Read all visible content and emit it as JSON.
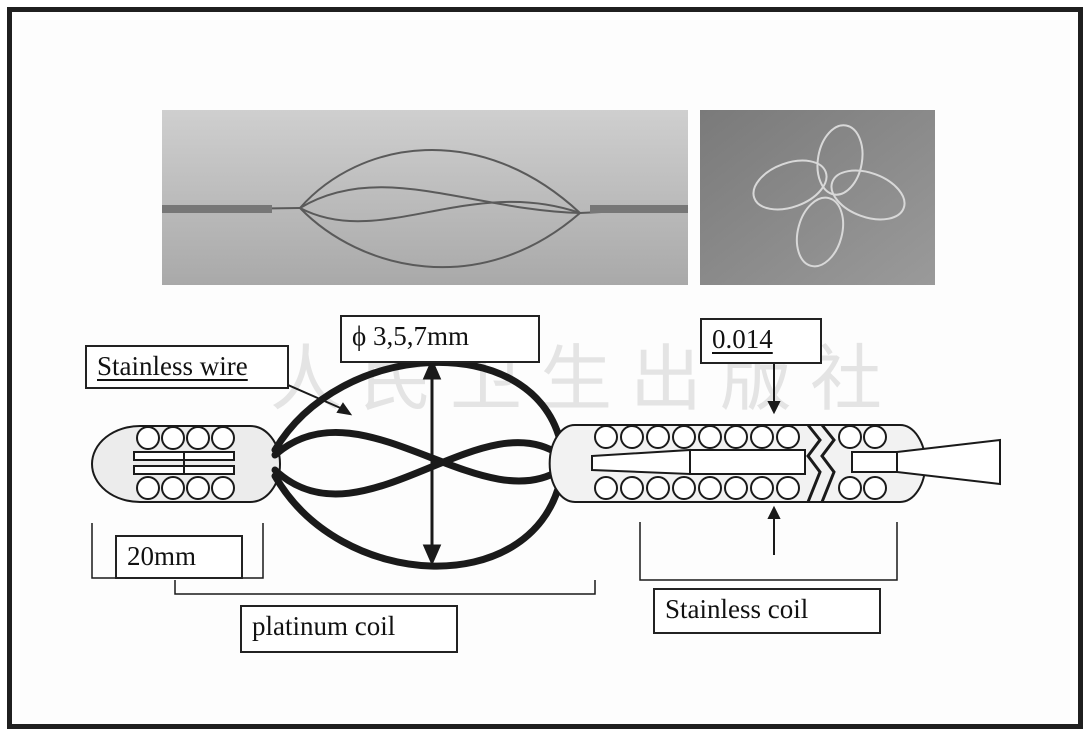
{
  "labels": {
    "stainless_wire": "Stainless wire",
    "diameter": "ϕ 3,5,7mm",
    "wire_gauge": "0.014",
    "length": "20mm",
    "platinum_coil": "platinum coil",
    "stainless_coil": "Stainless coil"
  },
  "watermark": "人民卫生出版社",
  "colors": {
    "frame": "#1f1f1f",
    "device_line": "#1a1a1a",
    "photo_left_bg": "#bdbdbd",
    "photo_right_bg": "#8c8c8c",
    "watermark": "#e4e4e4"
  }
}
